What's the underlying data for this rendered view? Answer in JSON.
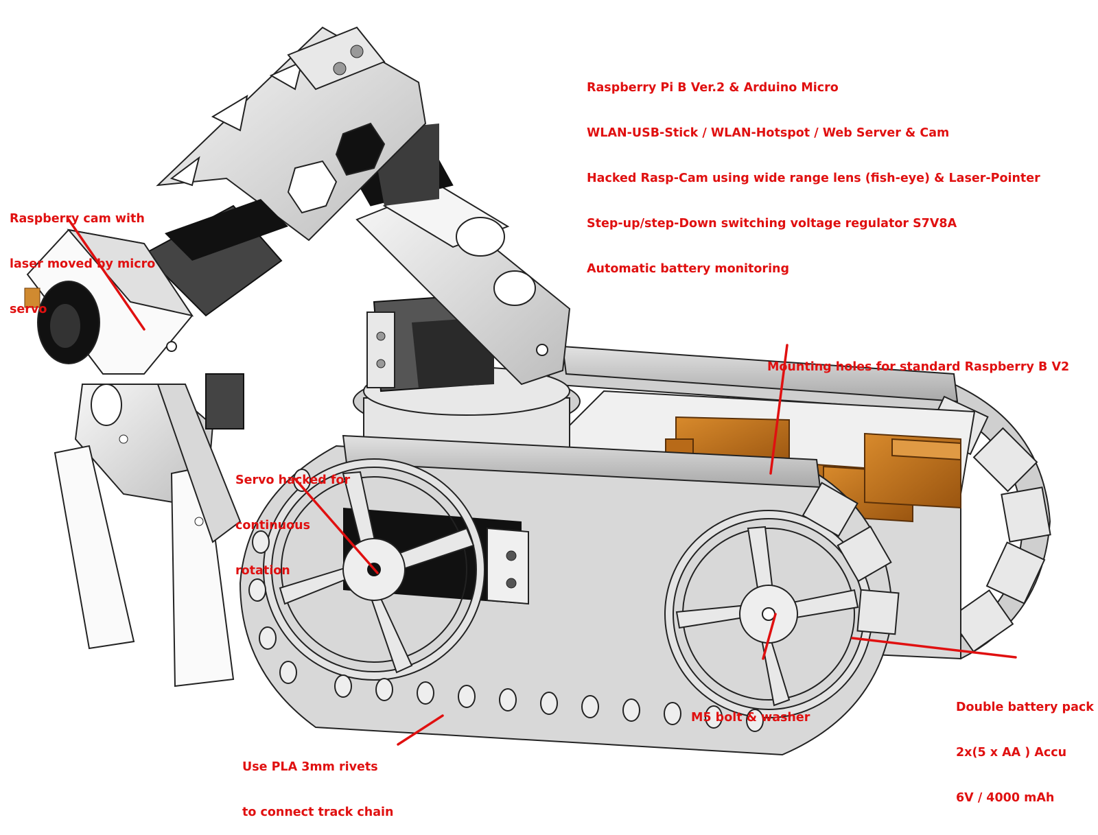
{
  "colors": {
    "label": "#e01010",
    "metal_light": "#ececec",
    "metal_mid": "#c8c8c8",
    "metal_dark": "#9a9a9a",
    "servo_black": "#111111",
    "servo_grey": "#4a4a4a",
    "battery_orange": "#c8781e",
    "outline": "#222222"
  },
  "specs": {
    "lines": [
      "Raspberry Pi B Ver.2 & Arduino Micro",
      "WLAN-USB-Stick / WLAN-Hotspot / Web Server & Cam",
      "Hacked Rasp-Cam using wide range lens (fish-eye) & Laser-Pointer",
      "Step-up/step-Down switching voltage regulator S7V8A",
      "Automatic battery monitoring"
    ]
  },
  "callouts": {
    "cam": {
      "lines": [
        "Raspberry cam with",
        "laser moved by micro",
        "servo"
      ]
    },
    "mounting": {
      "lines": [
        "Mounting holes for standard Raspberry B V2"
      ]
    },
    "servo": {
      "lines": [
        "Servo hacked for",
        "continuous",
        "rotation"
      ]
    },
    "bolt": {
      "lines": [
        "M5 bolt & washer"
      ]
    },
    "battery": {
      "lines": [
        "Double battery pack",
        "2x(5 x AA ) Accu",
        "6V / 4000 mAh"
      ]
    },
    "rivets": {
      "lines": [
        "Use PLA 3mm rivets",
        "to connect track chain"
      ]
    }
  }
}
